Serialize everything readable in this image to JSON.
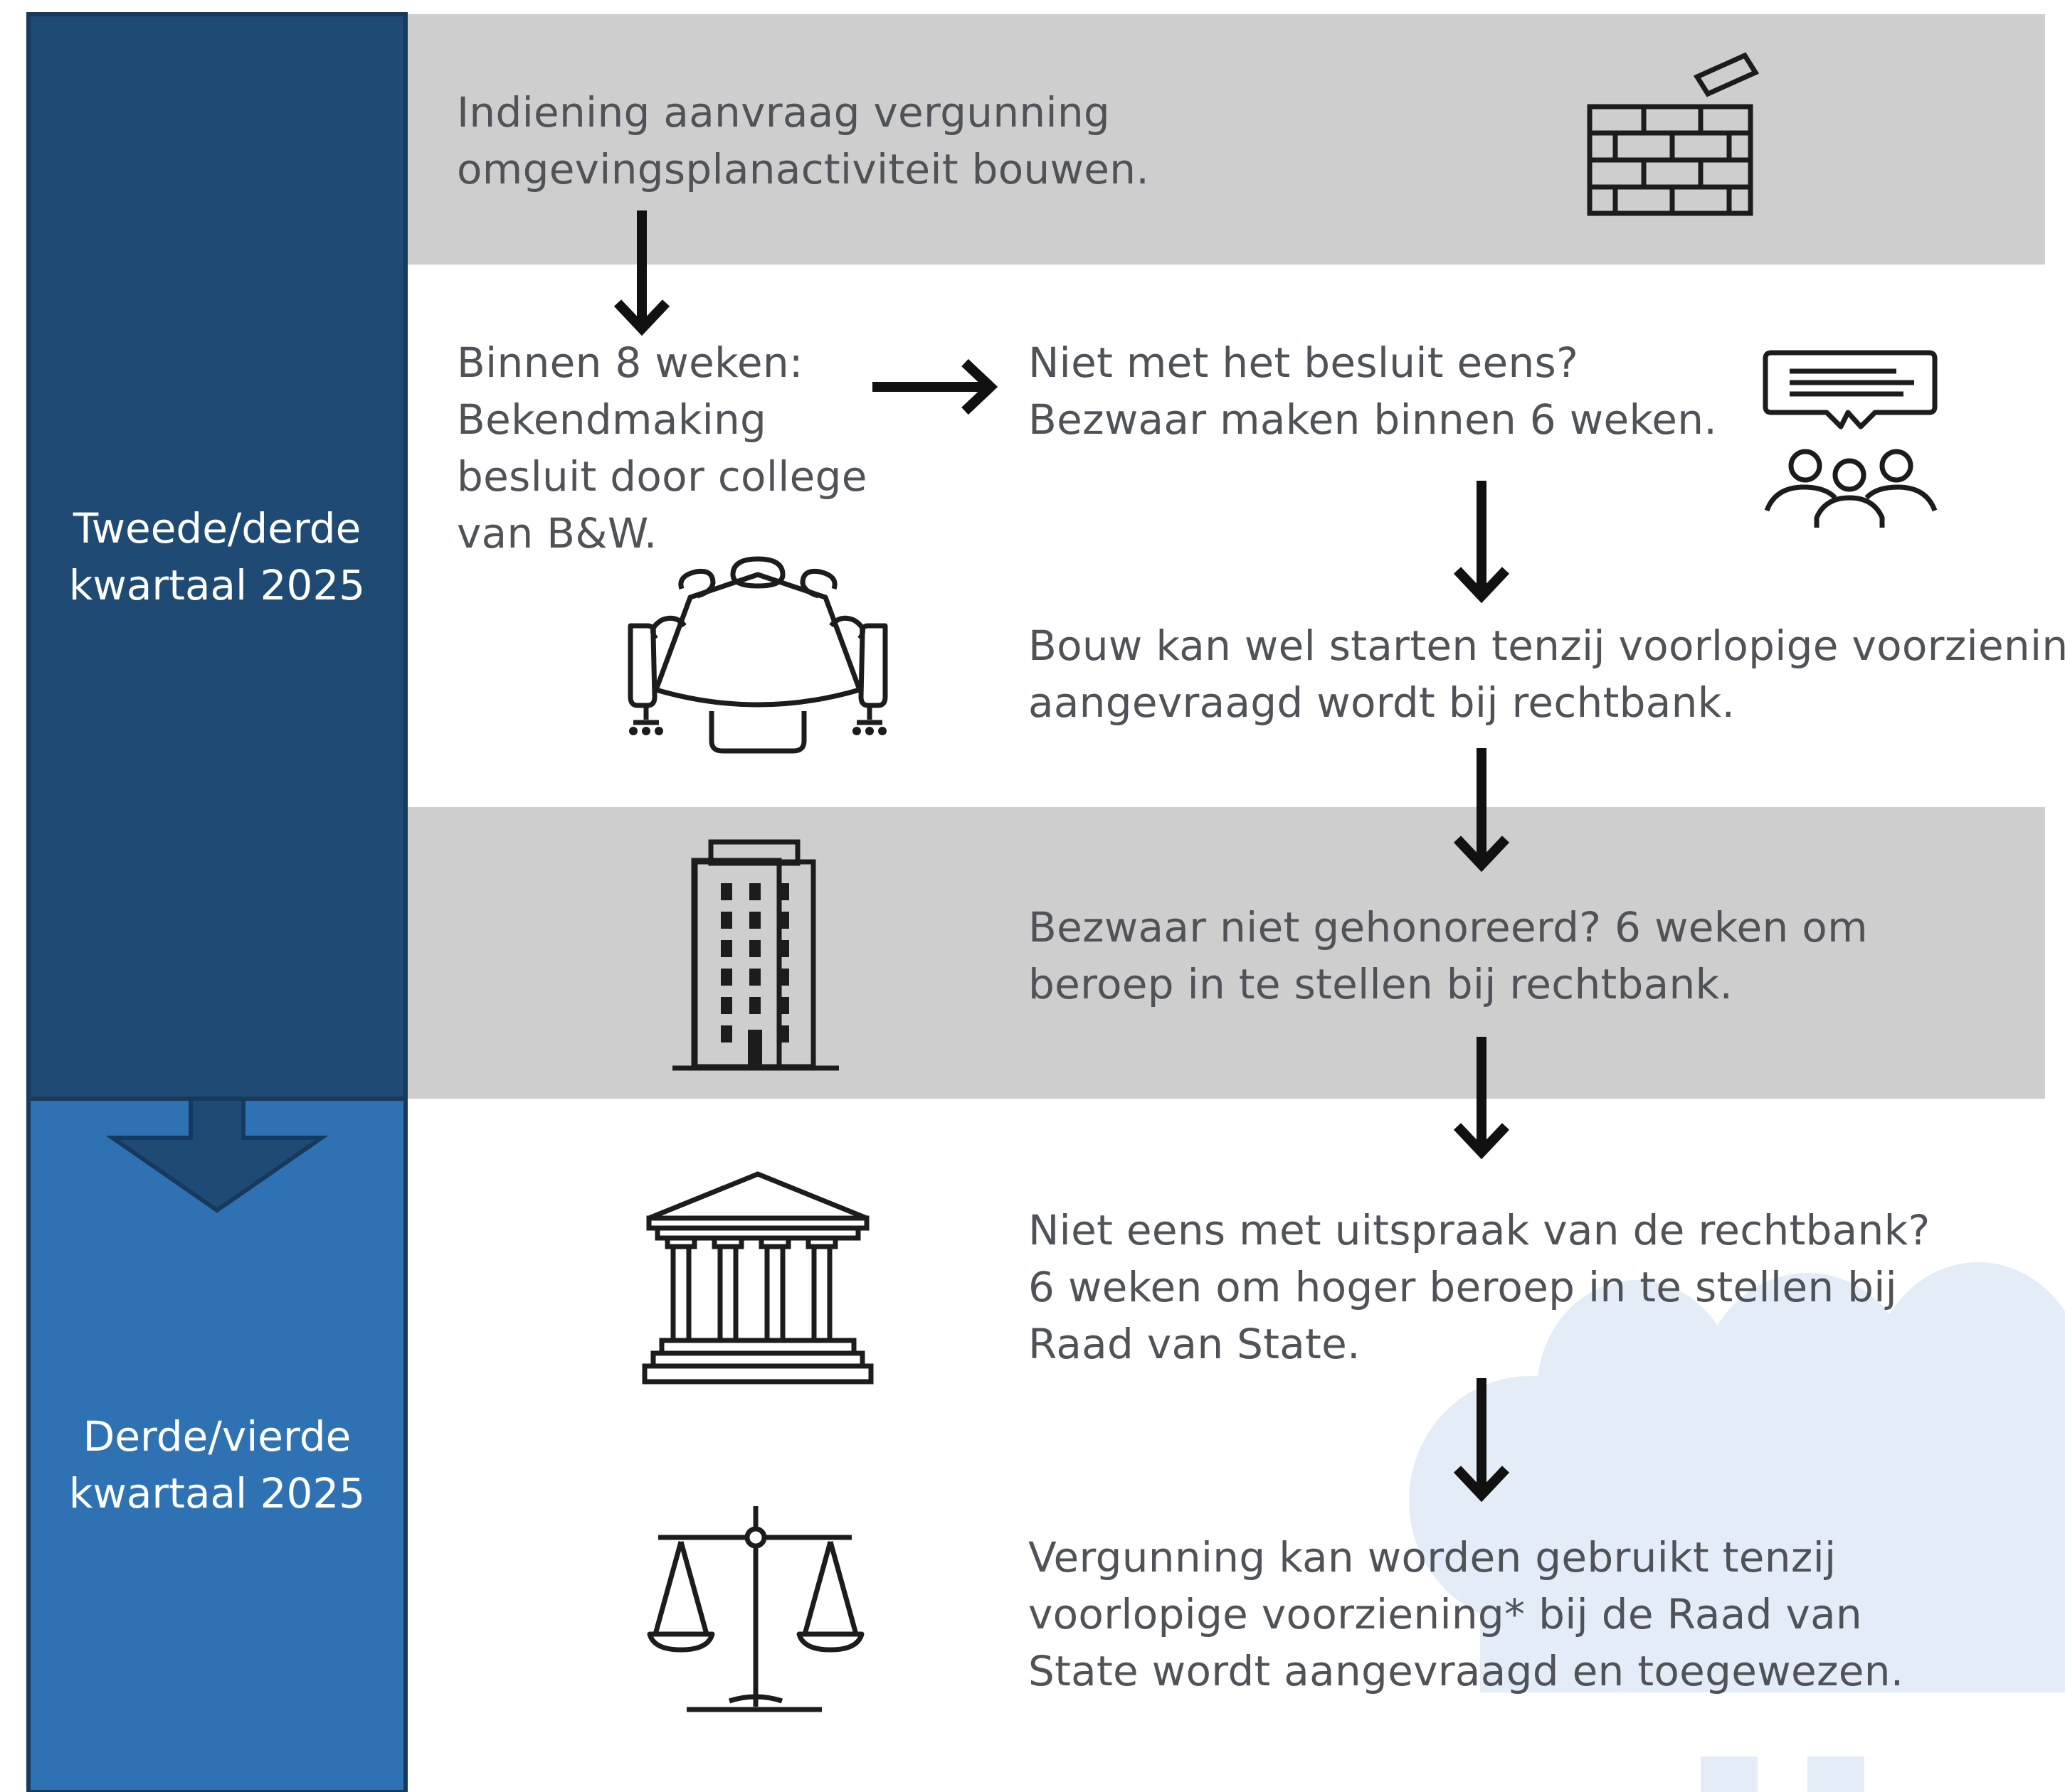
{
  "phases": [
    {
      "label_lines": [
        "Tweede/derde",
        "kwartaal 2025"
      ],
      "color": "#1f4a74"
    },
    {
      "label_lines": [
        "Derde/vierde",
        "kwartaal 2025"
      ],
      "color": "#2f72b4"
    }
  ],
  "steps": {
    "application": {
      "lines": [
        "Indiening aanvraag vergunning",
        "omgevingsplanactiviteit bouwen."
      ],
      "icon": "brick-wall-icon"
    },
    "decision": {
      "lines": [
        "Binnen 8 weken:",
        "Bekendmaking",
        "besluit door college",
        "van B&W."
      ],
      "icon": "meeting-table-icon"
    },
    "objection": {
      "lines": [
        "Niet met het besluit eens?",
        "Bezwaar maken binnen 6 weken."
      ],
      "icon": "discussion-group-icon"
    },
    "construction": {
      "lines": [
        "Bouw kan wel starten tenzij voorlopige voorziening",
        "aangevraagd wordt bij rechtbank."
      ]
    },
    "appeal": {
      "lines": [
        "Bezwaar niet gehonoreerd? 6 weken om",
        "beroep in te stellen bij rechtbank."
      ],
      "icon": "office-building-icon"
    },
    "higher_appeal": {
      "lines": [
        "Niet eens met uitspraak van de rechtbank?",
        "6 weken om hoger beroep in te stellen bij",
        "Raad van State."
      ],
      "icon": "courthouse-icon"
    },
    "final": {
      "lines": [
        "Vergunning kan worden gebruikt tenzij",
        "voorlopige voorziening* bij de Raad van",
        "State wordt aangevraagd en toegewezen."
      ],
      "icon": "scales-of-justice-icon"
    }
  },
  "colors": {
    "band_grey": "#cfcecf",
    "text": "#4f5257",
    "watermark": "#e4edf7"
  }
}
